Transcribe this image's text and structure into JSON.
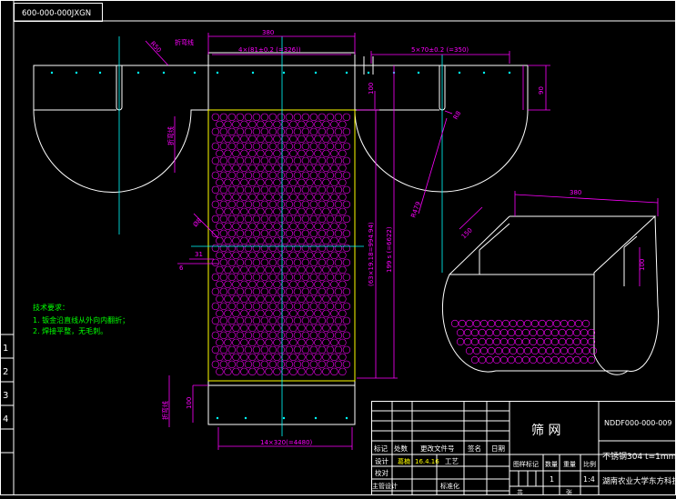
{
  "drawing_code_box": "600-000-000JXGN",
  "dimensions": {
    "top_width": "380",
    "hole_row": "4×(81±0.2 (=326))",
    "top_right_row": "5×70±0.2 (=350)",
    "flap_height_left": "100",
    "flap_height_right": "90",
    "mesh_height": "(63×19.18=994.94)",
    "mesh_total": "199 s (=6622)",
    "bottom_flap": "100",
    "bottom_row": "14×320(=4480)",
    "left_vertical": "折弯线",
    "left_diag": "R50",
    "right_r": "R8",
    "right_diag_label": "R479",
    "hole_dim_a": "Ø8",
    "hole_dim_b": "31",
    "hole_dim_c": "6",
    "iso_top": "380",
    "iso_left": "150",
    "iso_right": "100",
    "fold_label_top": "折弯线",
    "fold_label_mid": "折弯线",
    "fold_label_bottom": "折弯线"
  },
  "tech_notes": {
    "title": "技术要求：",
    "line1": "1. 钣金沿直线从外向内翻折；",
    "line2": "2. 焊接平整，无毛刺。"
  },
  "left_margin_letters": [
    "1",
    "2",
    "3",
    "4"
  ],
  "title_block": {
    "part_name": "筛  网",
    "drawing_no": "NDDF000-000-009",
    "material": "不锈钢304  t=1mm",
    "header_cells": [
      "标记",
      "处数",
      "更改文件号",
      "签名",
      "日期"
    ],
    "design_label": "设计",
    "designer": "葛楠",
    "design_date": "16.4.16",
    "process_label": "工艺",
    "check_label": "校对",
    "main_design_label": "主管设计",
    "standard_label": "标准化",
    "mark_label": "图样标记",
    "qty_label": "数量",
    "weight_label": "重量",
    "scale_label": "比例",
    "qty": "1",
    "scale": "1:4",
    "org": "湖南农业大学东方科技学院",
    "sheet_label": "共",
    "sheet_label2": "张"
  },
  "colors": {
    "background": "#000000",
    "outline": "#ffffff",
    "dimension": "#ff00ff",
    "centerline": "#00ffff",
    "note_text": "#00ff00",
    "highlight": "#ffff00",
    "hole": "#ff00ff"
  }
}
